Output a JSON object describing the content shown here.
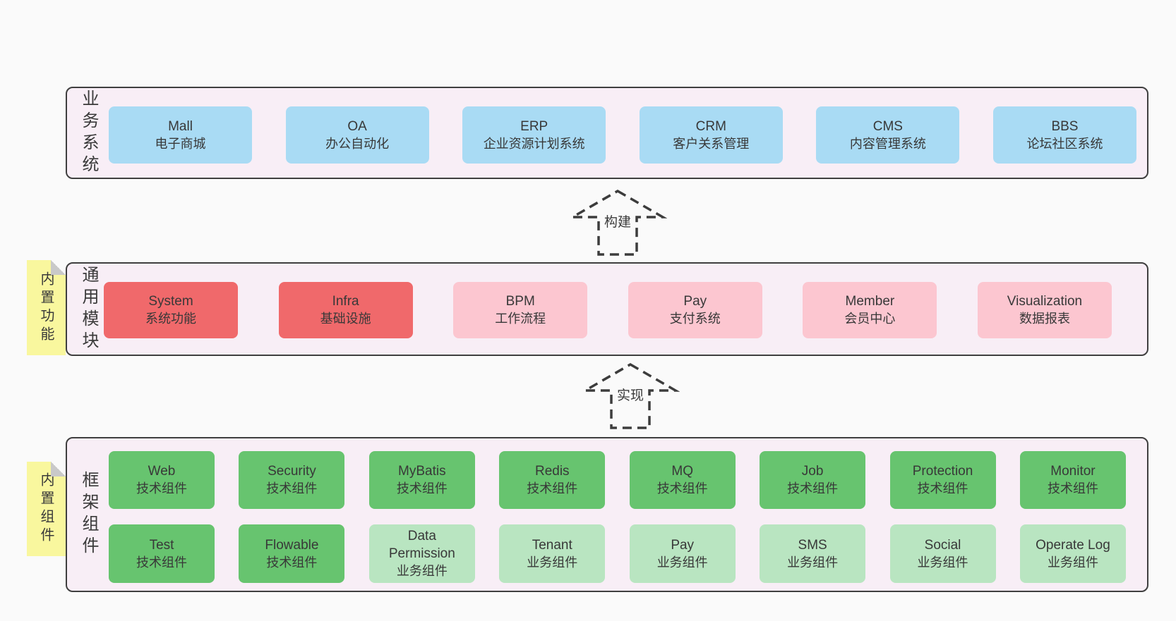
{
  "diagram": {
    "colors": {
      "page_bg": "#fafafa",
      "panel_bg": "#f8eef6",
      "panel_border": "#3f3f3f",
      "blue_box": "#a9dbf4",
      "red_box": "#f0696b",
      "pink_box": "#fcc6d0",
      "green_box": "#67c46f",
      "light_green_box": "#b9e5c1",
      "sticky_yellow": "#f9f79e",
      "sticky_fold_gray": "#c9c9c9",
      "text": "#383838"
    }
  },
  "layers": {
    "business": {
      "label": "业务系统",
      "boxes": [
        {
          "name": "Mall",
          "desc": "电子商城",
          "variant": "blue"
        },
        {
          "name": "OA",
          "desc": "办公自动化",
          "variant": "blue"
        },
        {
          "name": "ERP",
          "desc": "企业资源计划系统",
          "variant": "blue"
        },
        {
          "name": "CRM",
          "desc": "客户关系管理",
          "variant": "blue"
        },
        {
          "name": "CMS",
          "desc": "内容管理系统",
          "variant": "blue"
        },
        {
          "name": "BBS",
          "desc": "论坛社区系统",
          "variant": "blue"
        }
      ]
    },
    "modules": {
      "label": "通用模块",
      "sticky": "内置功能",
      "boxes": [
        {
          "name": "System",
          "desc": "系统功能",
          "variant": "red"
        },
        {
          "name": "Infra",
          "desc": "基础设施",
          "variant": "red"
        },
        {
          "name": "BPM",
          "desc": "工作流程",
          "variant": "pink"
        },
        {
          "name": "Pay",
          "desc": "支付系统",
          "variant": "pink"
        },
        {
          "name": "Member",
          "desc": "会员中心",
          "variant": "pink"
        },
        {
          "name": "Visualization",
          "desc": "数据报表",
          "variant": "pink"
        }
      ]
    },
    "components": {
      "label": "框架组件",
      "sticky": "内置组件",
      "row1": [
        {
          "name": "Web",
          "desc": "技术组件",
          "variant": "green"
        },
        {
          "name": "Security",
          "desc": "技术组件",
          "variant": "green"
        },
        {
          "name": "MyBatis",
          "desc": "技术组件",
          "variant": "green"
        },
        {
          "name": "Redis",
          "desc": "技术组件",
          "variant": "green"
        },
        {
          "name": "MQ",
          "desc": "技术组件",
          "variant": "green"
        },
        {
          "name": "Job",
          "desc": "技术组件",
          "variant": "green"
        },
        {
          "name": "Protection",
          "desc": "技术组件",
          "variant": "green"
        },
        {
          "name": "Monitor",
          "desc": "技术组件",
          "variant": "green"
        }
      ],
      "row2": [
        {
          "name": "Test",
          "desc": "技术组件",
          "variant": "green"
        },
        {
          "name": "Flowable",
          "desc": "技术组件",
          "variant": "green"
        },
        {
          "name": "Data Permission",
          "desc": "业务组件",
          "variant": "lightgreen"
        },
        {
          "name": "Tenant",
          "desc": "业务组件",
          "variant": "lightgreen"
        },
        {
          "name": "Pay",
          "desc": "业务组件",
          "variant": "lightgreen"
        },
        {
          "name": "SMS",
          "desc": "业务组件",
          "variant": "lightgreen"
        },
        {
          "name": "Social",
          "desc": "业务组件",
          "variant": "lightgreen"
        },
        {
          "name": "Operate Log",
          "desc": "业务组件",
          "variant": "lightgreen"
        }
      ]
    }
  },
  "arrows": {
    "build": "构建",
    "implement": "实现"
  }
}
